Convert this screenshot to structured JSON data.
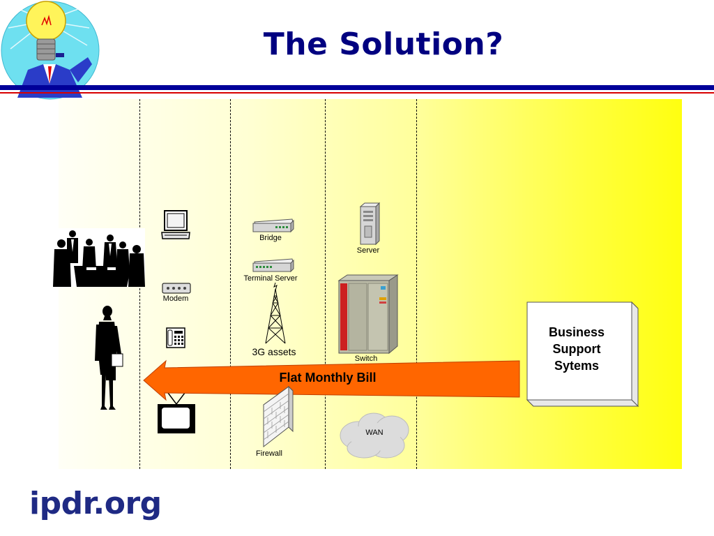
{
  "slide": {
    "title": "The Solution?",
    "brand": "ipdr.org"
  },
  "diagram": {
    "arrow_label": "Flat Monthly Bill",
    "bss_label": "Business Support Sytems",
    "devices": {
      "bridge": "Bridge",
      "server": "Server",
      "terminal_server": "Terminal Server",
      "modem": "Modem",
      "antenna": "3G assets",
      "switch": "Switch",
      "firewall": "Firewall",
      "wan": "WAN"
    }
  },
  "colors": {
    "title": "#000080",
    "rule_blue": "#000099",
    "rule_red": "#d80000",
    "arrow": "#ff6600",
    "brand": "#1f2a84"
  }
}
